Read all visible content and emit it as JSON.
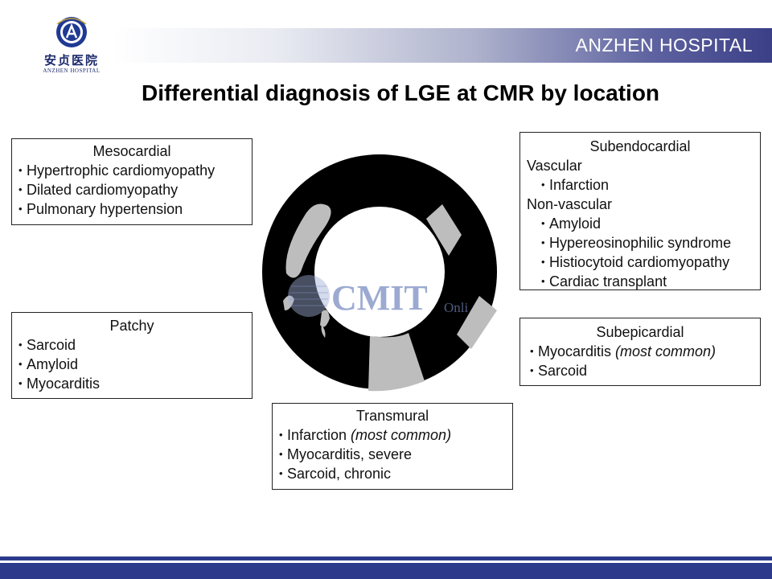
{
  "header": {
    "hospital_name": "ANZHEN  HOSPITAL",
    "logo_cn": "安贞医院",
    "logo_en": "ANZHEN HOSPITAL",
    "accent_color": "#3b3f86"
  },
  "title": "Differential diagnosis of LGE at CMR by location",
  "watermark": {
    "text": "CMIT",
    "suffix": "Onli"
  },
  "boxes": {
    "mesocardial": {
      "heading": "Mesocardial",
      "items": [
        "Hypertrophic cardiomyopathy",
        "Dilated cardiomyopathy",
        "Pulmonary hypertension"
      ]
    },
    "patchy": {
      "heading": "Patchy",
      "items": [
        "Sarcoid",
        "Amyloid",
        "Myocarditis"
      ]
    },
    "transmural": {
      "heading": "Transmural",
      "item1_main": "Infarction ",
      "item1_note": "(most common)",
      "item2": "Myocarditis, severe",
      "item3": "Sarcoid, chronic"
    },
    "subendocardial": {
      "heading": "Subendocardial",
      "group1": "Vascular",
      "group1_items": [
        "Infarction"
      ],
      "group2": "Non-vascular",
      "group2_items": [
        "Amyloid",
        "Hypereosinophilic syndrome",
        "Histiocytoid cardiomyopathy",
        "Cardiac transplant"
      ]
    },
    "subepicardial": {
      "heading": "Subepicardial",
      "item1_main": "Myocarditis ",
      "item1_note": "(most common)",
      "item2": "Sarcoid"
    }
  }
}
